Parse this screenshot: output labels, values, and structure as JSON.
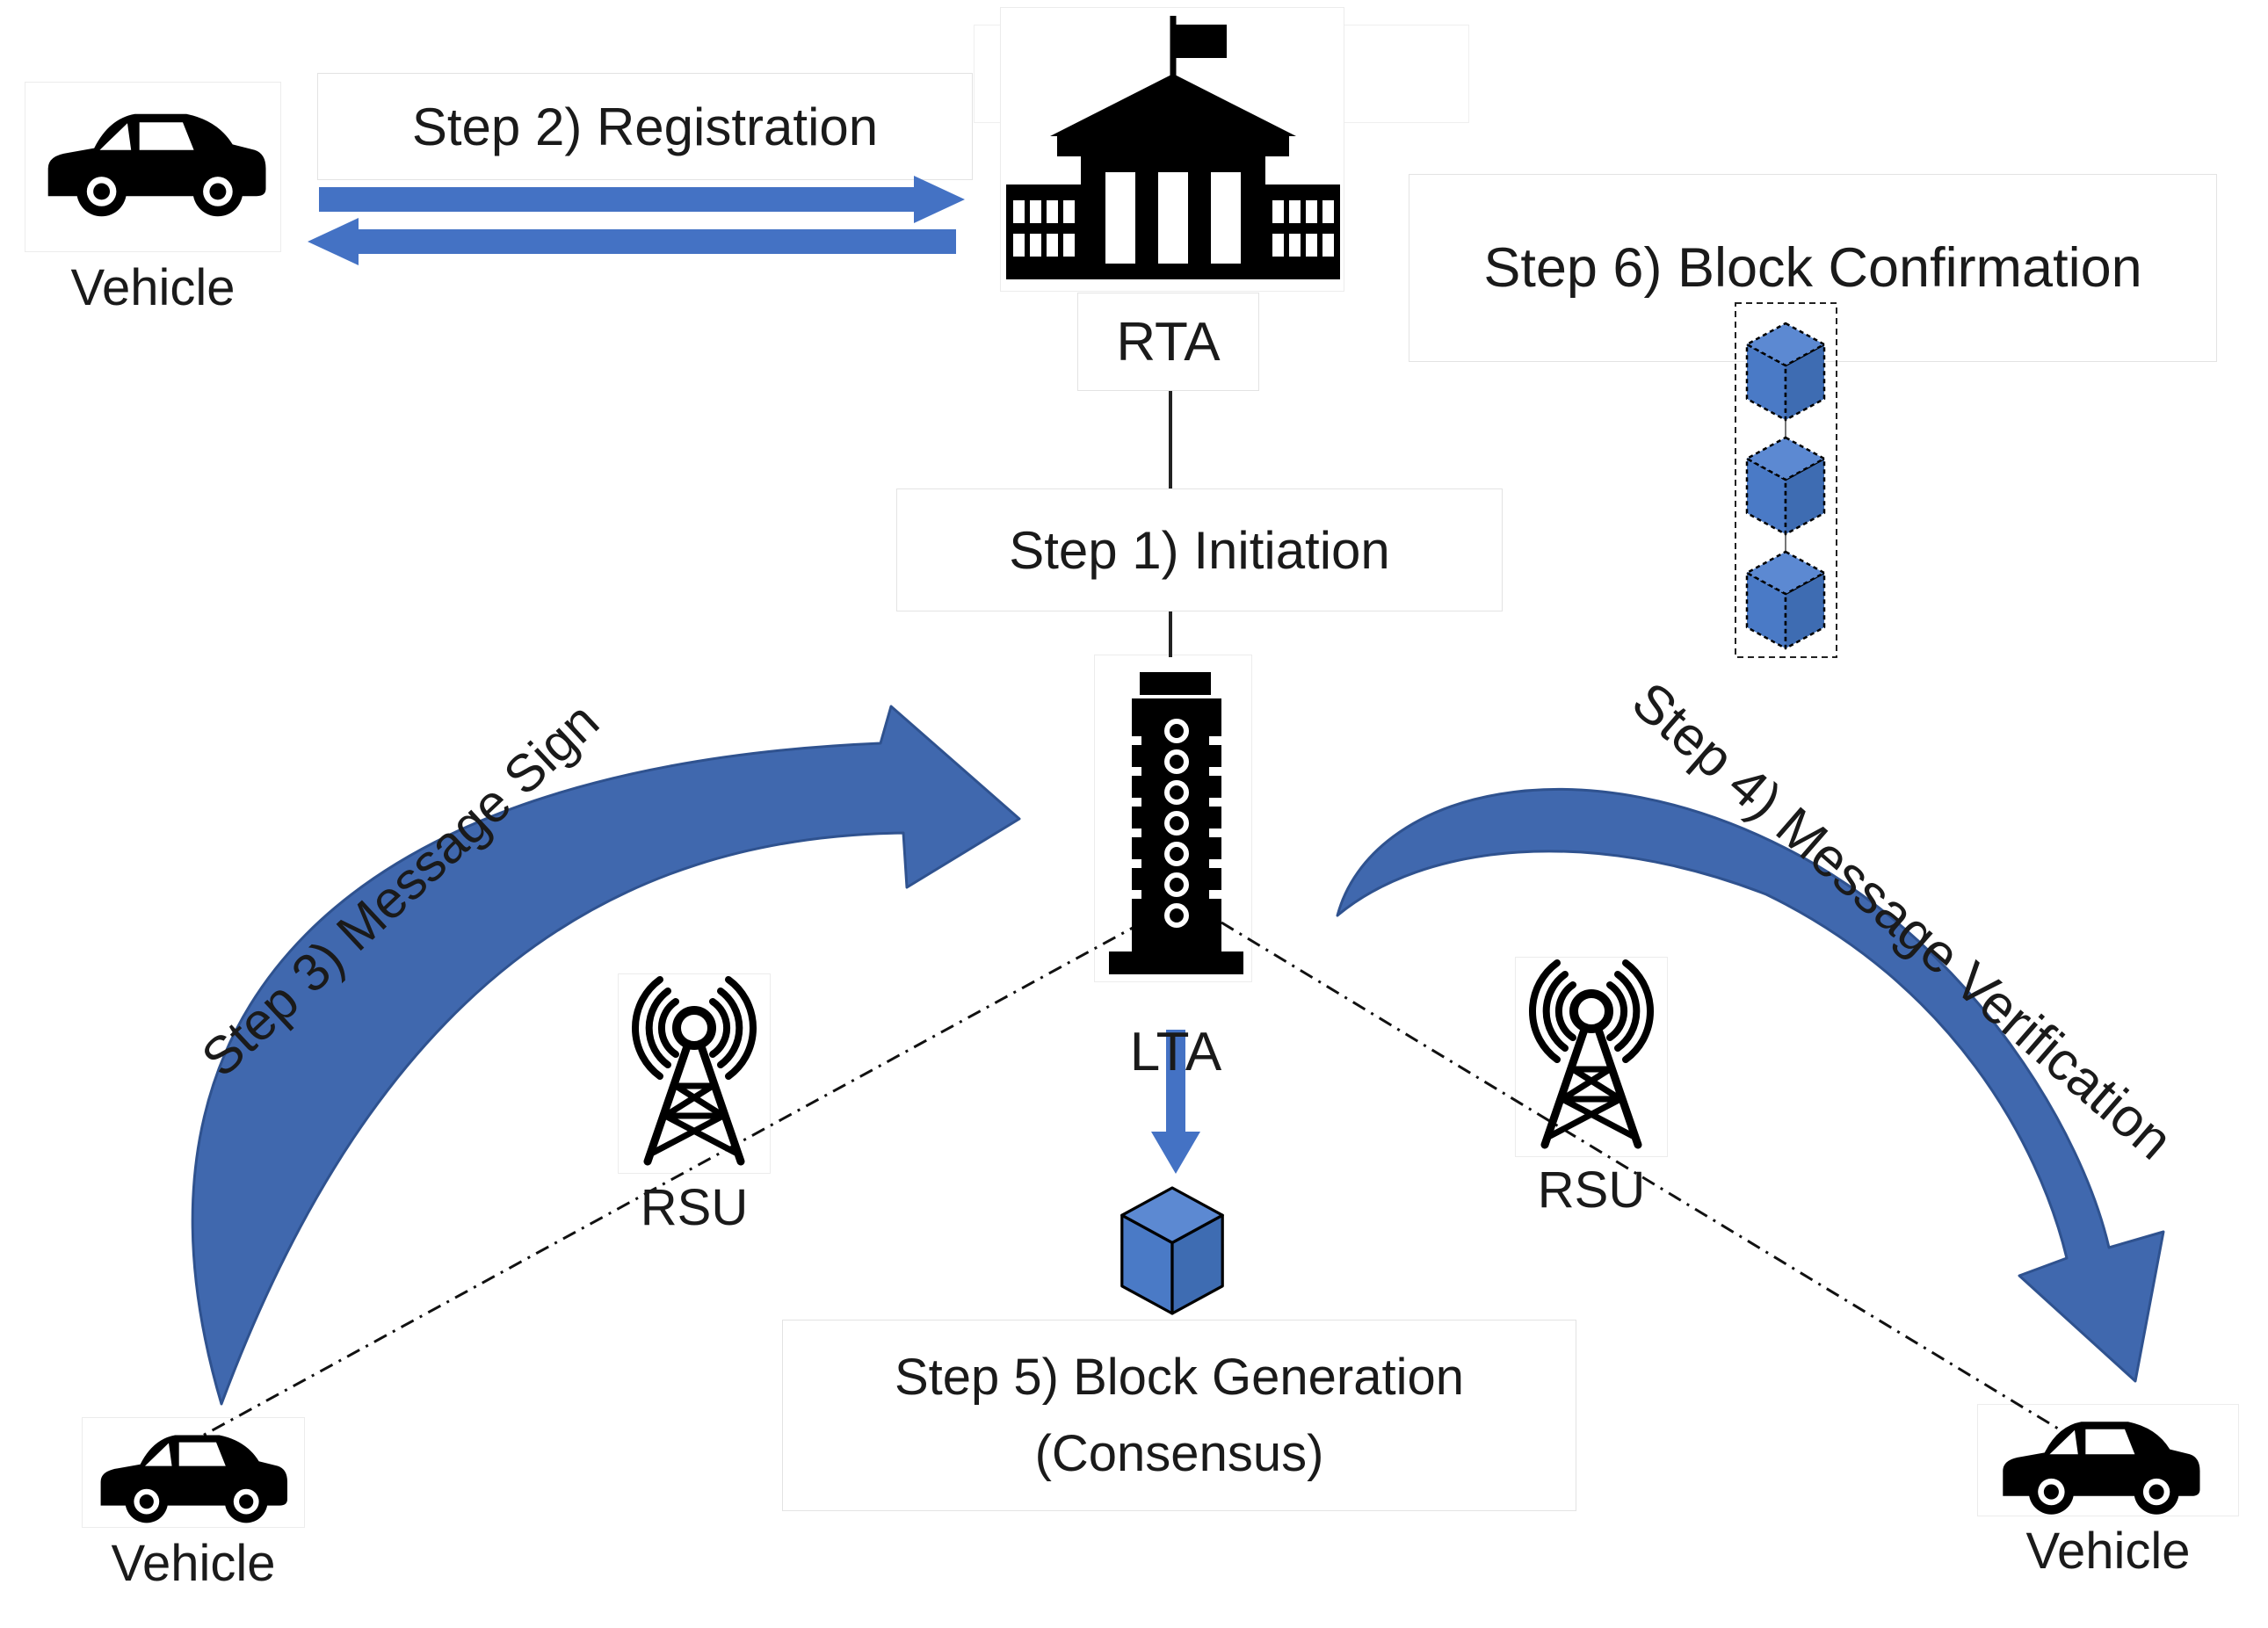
{
  "diagram": {
    "title_none": "",
    "entities": {
      "vehicle": "Vehicle",
      "rta": "RTA",
      "lta": "LTA",
      "rsu": "RSU"
    },
    "steps": {
      "step1": "Step 1) Initiation",
      "step2": "Step 2) Registration",
      "step3": "Step 3) Message Sign",
      "step4": "Step 4) Message Verification",
      "step5_line1": "Step 5) Block Generation",
      "step5_line2": "(Consensus)",
      "step6": "Step 6) Block Confirmation"
    },
    "icons": {
      "vehicle_icon": "black sedan side view",
      "rta_icon": "government building with flag",
      "lta_icon": "office tower",
      "rsu_icon": "radio antenna tower",
      "block_icon": "blue 3d cube",
      "blockchain_icon": "stack of three linked blue cubes in dashed frame"
    },
    "colors": {
      "arrow_blue": "#4472C4",
      "curved_arrow_blue": "#4068AE",
      "curved_arrow_outline": "#2F528F",
      "cube_top": "#5C89D2",
      "cube_left": "#4A7AC6",
      "cube_right": "#3E6CB2",
      "ink": "#000000",
      "background": "#FFFFFF"
    }
  }
}
